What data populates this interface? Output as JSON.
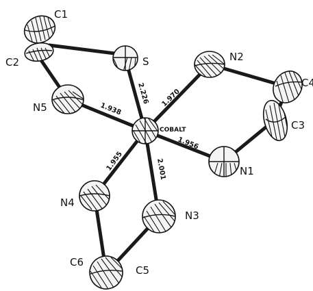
{
  "diagram": {
    "center": {
      "id": "cobalt",
      "label": "COBALT"
    },
    "atoms": [
      {
        "id": "c1",
        "label": "C1"
      },
      {
        "id": "c2",
        "label": "C2"
      },
      {
        "id": "s",
        "label": "S"
      },
      {
        "id": "n2",
        "label": "N2"
      },
      {
        "id": "c4",
        "label": "C4"
      },
      {
        "id": "c3",
        "label": "C3"
      },
      {
        "id": "n5",
        "label": "N5"
      },
      {
        "id": "n1",
        "label": "N1"
      },
      {
        "id": "n4",
        "label": "N4"
      },
      {
        "id": "n3",
        "label": "N3"
      },
      {
        "id": "c6",
        "label": "C6"
      },
      {
        "id": "c5",
        "label": "C5"
      }
    ],
    "bond_lengths": [
      {
        "id": "co-s",
        "value": "2.226"
      },
      {
        "id": "co-n2",
        "value": "1.970"
      },
      {
        "id": "co-n5",
        "value": "1.938"
      },
      {
        "id": "co-n1",
        "value": "1.956"
      },
      {
        "id": "co-n4",
        "value": "1.955"
      },
      {
        "id": "co-n3",
        "value": "2.001"
      }
    ]
  }
}
